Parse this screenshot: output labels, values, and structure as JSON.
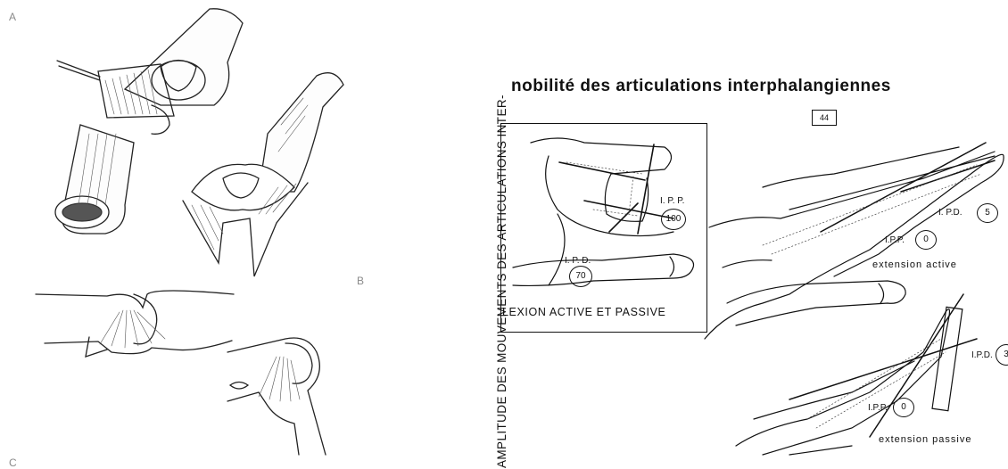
{
  "left_figure": {
    "labels": {
      "a": "A",
      "b": "B",
      "c": "C"
    }
  },
  "right_plate": {
    "title": "nobilité des articulations interphalangiennes",
    "plate_number": "44",
    "side_text": "AMPLITUDE DES MOUVEMENTS DES ARTICULATIONS INTER-",
    "inset": {
      "caption": "LEXION ACTIVE ET PASSIVE",
      "ipp_label": "I. P. P.",
      "ipp_value": "100",
      "ipd_label": "I. P. D.",
      "ipd_value": "70"
    },
    "active": {
      "ipd_label": "I. P.D.",
      "ipd_value": "5",
      "ipp_label": "I.P.P.",
      "ipp_value": "0",
      "caption": "extension active"
    },
    "passive": {
      "ipd_label": "I.P.D.",
      "ipd_value": "3",
      "ipp_label": "I.P.P.",
      "ipp_value": "0",
      "caption": "extension passive"
    }
  }
}
